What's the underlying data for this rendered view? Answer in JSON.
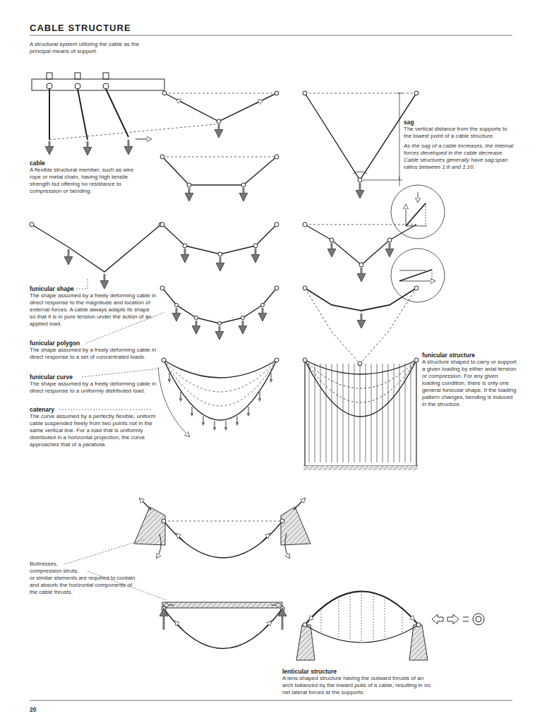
{
  "diagram": {
    "title": "CABLE STRUCTURE",
    "labels": [
      "A structural system utilizing the cable as the principal means of support.",
      "cable",
      "A flexible structural member, such as wire rope or metal chain, having high tensile strength but offering no resistance to compression or bending.",
      "sag",
      "The vertical distance from the supports to the lowest point of a cable structure.",
      "As the sag of a cable increases, the internal forces developed in the cable decrease. Cable structures generally have sag:span ratios between 1:8 and 1:10.",
      "funicular shape",
      "The shape assumed by a freely deforming cable in direct response to the magnitude and location of external forces. A cable always adapts its shape so that it is in pure tension under the action of an applied load.",
      "funicular polygon",
      "The shape assumed by a freely deforming cable in direct response to a set of concentrated loads.",
      "funicular curve",
      "The shape assumed by a freely deforming cable in direct response to a uniformly distributed load.",
      "catenary",
      "The curve assumed by a perfectly flexible, uniform cable suspended freely from two points not in the same vertical line. For a load that is uniformly distributed in a horizontal projection, the curve approaches that of a parabola.",
      "funicular structure",
      "A structure shaped to carry or support a given loading by either axial tension or compression. For any given loading condition, there is only one general funicular shape. If the loading pattern changes, bending is induced in the structure.",
      "Buttresses,",
      "compression struts,",
      "or similar elements are required to contain and absorb the horizontal components of the cable thrusts.",
      "lenticular structure",
      "A lens-shaped structure having the outward thrusts of an arch balanced by the inward pulls of a cable, resulting in no net lateral forces at the supports.",
      "20"
    ]
  }
}
